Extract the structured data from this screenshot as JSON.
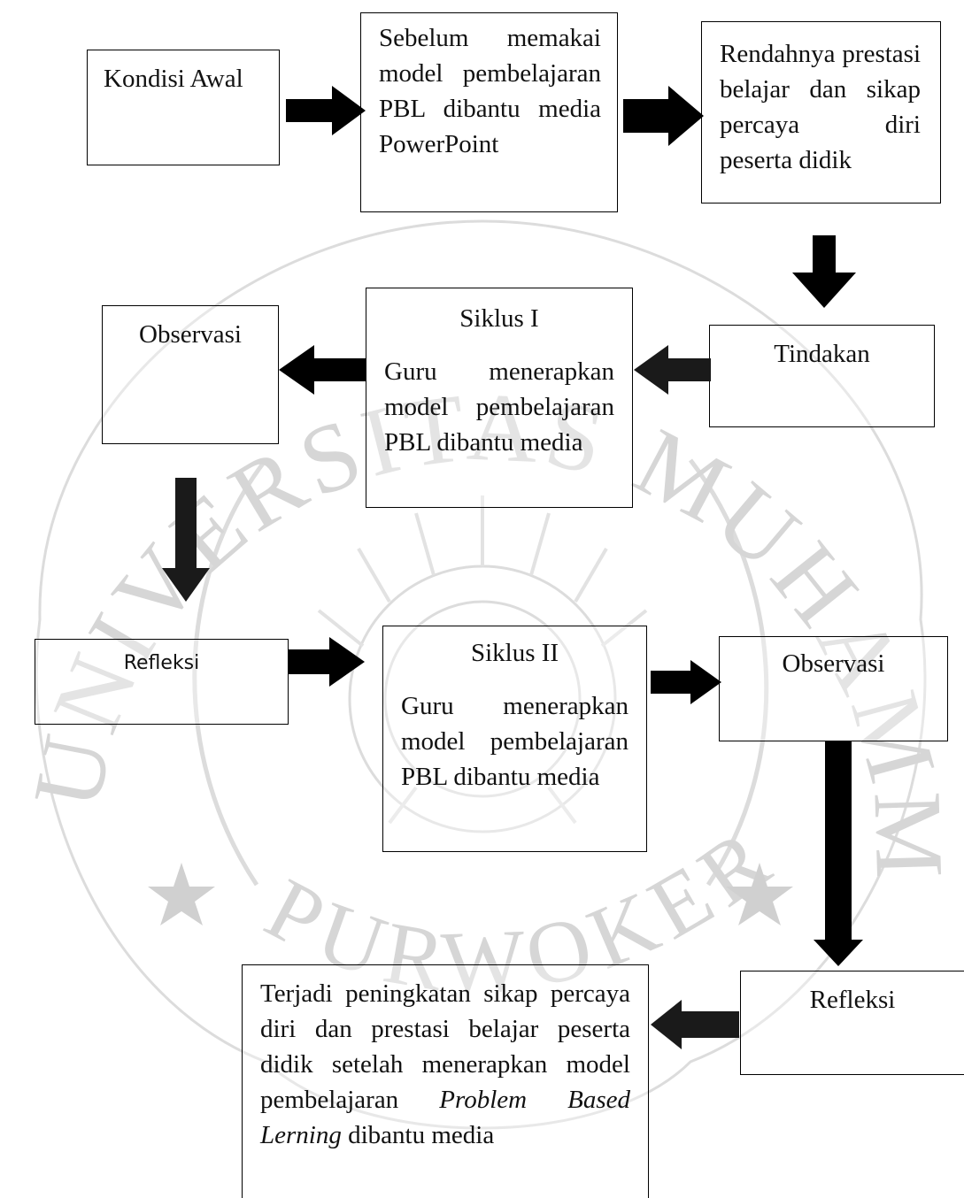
{
  "watermark": {
    "arc_text": "UNIVERSITAS MUHAMMADIYAH",
    "bottom_text": "PURWOKERTO"
  },
  "nodes": {
    "kondisi_awal": "Kondisi Awal",
    "sebelum": "Sebelum memakai model pembelajaran PBL dibantu media PowerPoint",
    "rendahnya": "Rendahnya prestasi belajar dan sikap percaya diri peserta didik",
    "tindakan": "Tindakan",
    "siklus1": {
      "title": "Siklus I",
      "body": "Guru menerapkan model pembelajaran PBL dibantu media"
    },
    "observasi1": "Observasi",
    "refleksi1": "Refleksi",
    "siklus2": {
      "title": "Siklus II",
      "body": "Guru menerapkan model pembelajaran PBL dibantu media"
    },
    "observasi2": "Observasi",
    "refleksi2": "Refleksi",
    "hasil": {
      "part1": "Terjadi peningkatan sikap percaya diri dan prestasi belajar peserta didik setelah menerapkan model pembelajaran",
      "italic1": "Problem Based Lerning",
      "part2": "dibantu media"
    }
  },
  "colors": {
    "arrow": "#000000",
    "watermark": "#d9d9d9"
  }
}
